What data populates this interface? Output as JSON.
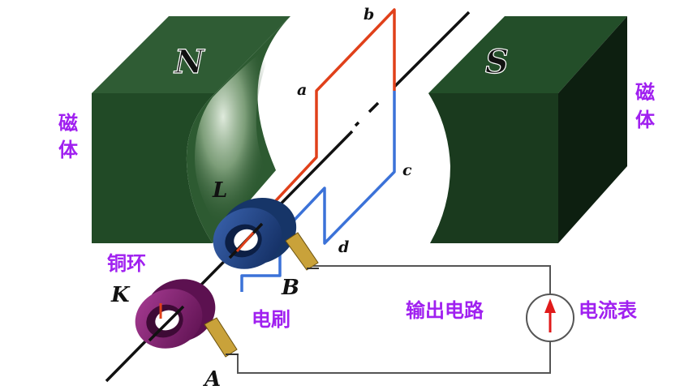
{
  "magnets": {
    "north": {
      "pole": "N",
      "side_label": "磁体"
    },
    "south": {
      "pole": "S",
      "side_label": "磁体"
    }
  },
  "coil_points": {
    "a": "a",
    "b": "b",
    "c": "c",
    "d": "d"
  },
  "rings": {
    "L": "L",
    "K": "K"
  },
  "brushes": {
    "A": "A",
    "B": "B"
  },
  "labels": {
    "copper_ring": "铜环",
    "brush": "电刷",
    "output_circuit": "输出电路",
    "ammeter": "电流表"
  },
  "colors": {
    "magnet_front": "#214a26",
    "magnet_side": "#0e2411",
    "wire_red": "#e0401a",
    "wire_blue": "#3b72d8",
    "ring_L": "#1d3f7c",
    "ring_K": "#7f1f6c",
    "label_purple": "#a020f0"
  }
}
